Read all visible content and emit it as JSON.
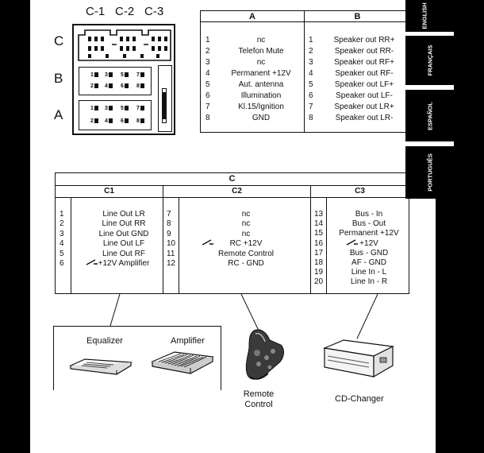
{
  "connector": {
    "column_labels": [
      "C-1",
      "C-2",
      "C-3"
    ],
    "row_labels": [
      "C",
      "B",
      "A"
    ],
    "pins_b": [
      [
        "1",
        "3",
        "5",
        "7"
      ],
      [
        "2",
        "4",
        "6",
        "8"
      ]
    ],
    "pins_a": [
      [
        "1",
        "3",
        "5",
        "7"
      ],
      [
        "2",
        "4",
        "6",
        "8"
      ]
    ]
  },
  "table_ab": {
    "col_a": "A",
    "col_b": "B",
    "rows_a": [
      {
        "n": "1",
        "label": "nc"
      },
      {
        "n": "2",
        "label": "Telefon Mute"
      },
      {
        "n": "3",
        "label": "nc"
      },
      {
        "n": "4",
        "label": "Permanent +12V"
      },
      {
        "n": "5",
        "label": "Aut. antenna"
      },
      {
        "n": "6",
        "label": "Illumination"
      },
      {
        "n": "7",
        "label": "Kl.15/Ignition"
      },
      {
        "n": "8",
        "label": "GND"
      }
    ],
    "rows_b": [
      {
        "n": "1",
        "label": "Speaker out RR+"
      },
      {
        "n": "2",
        "label": "Speaker out RR-"
      },
      {
        "n": "3",
        "label": "Speaker out RF+"
      },
      {
        "n": "4",
        "label": "Speaker out RF-"
      },
      {
        "n": "5",
        "label": "Speaker out LF+"
      },
      {
        "n": "6",
        "label": "Speaker out LF-"
      },
      {
        "n": "7",
        "label": "Speaker out LR+"
      },
      {
        "n": "8",
        "label": "Speaker out LR-"
      }
    ]
  },
  "table_c": {
    "title": "C",
    "c1_header": "C1",
    "c2_header": "C2",
    "c3_header": "C3",
    "c1_rows": [
      {
        "n": "1",
        "label": "Line Out LR"
      },
      {
        "n": "2",
        "label": "Line Out RR"
      },
      {
        "n": "3",
        "label": "Line Out GND"
      },
      {
        "n": "4",
        "label": "Line Out LF"
      },
      {
        "n": "5",
        "label": "Line Out RF"
      },
      {
        "n": "6",
        "label": "+12V Amplifier"
      }
    ],
    "c2_rows": [
      {
        "n": "7",
        "label": "nc"
      },
      {
        "n": "8",
        "label": "nc"
      },
      {
        "n": "9",
        "label": "nc"
      },
      {
        "n": "10",
        "label": "RC +12V"
      },
      {
        "n": "11",
        "label": "Remote Control"
      },
      {
        "n": "12",
        "label": "RC - GND"
      }
    ],
    "c3_rows": [
      {
        "n": "13",
        "label": "Bus - In"
      },
      {
        "n": "14",
        "label": "Bus - Out"
      },
      {
        "n": "15",
        "label": "Permanent +12V"
      },
      {
        "n": "16",
        "label": "+12V"
      },
      {
        "n": "17",
        "label": "Bus - GND"
      },
      {
        "n": "18",
        "label": "AF - GND"
      },
      {
        "n": "19",
        "label": "Line In - L"
      },
      {
        "n": "20",
        "label": "Line In - R"
      }
    ]
  },
  "devices": {
    "equalizer": "Equalizer",
    "amplifier": "Amplifier",
    "remote_line1": "Remote",
    "remote_line2": "Control",
    "cd_changer": "CD-Changer"
  },
  "language_tabs": [
    "ENGLISH",
    "FRANÇAIS",
    "ESPAÑOL",
    "PORTUGUÊS"
  ]
}
